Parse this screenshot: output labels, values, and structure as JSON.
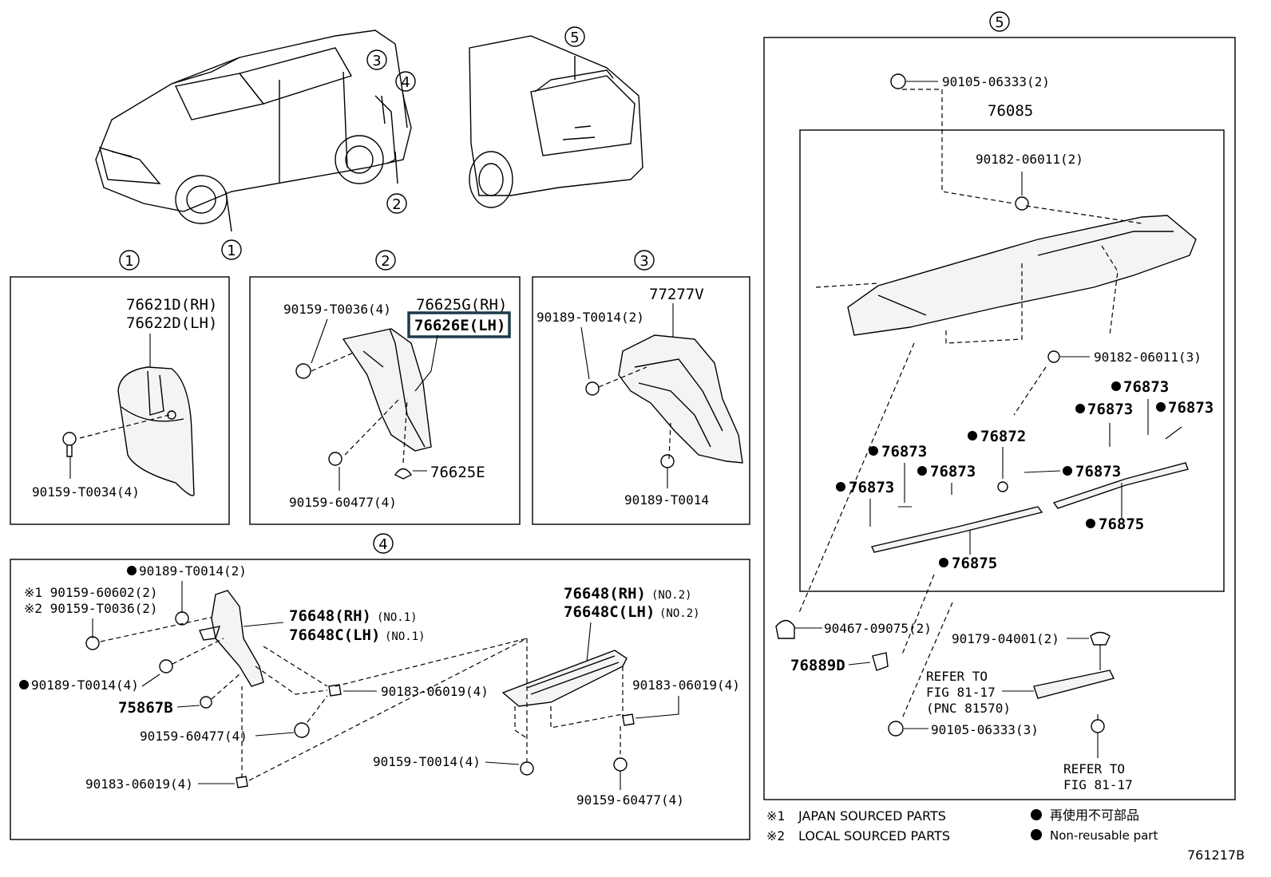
{
  "diagram": {
    "figure_code": "761217B",
    "callouts": {
      "c1": "1",
      "c2": "2",
      "c3": "3",
      "c4": "4",
      "c5": "5"
    },
    "section1": {
      "title": "1",
      "part_main_rh": "76621D(RH)",
      "part_main_lh": "76622D(LH)",
      "screw": "90159-T0034(4)"
    },
    "section2": {
      "title": "2",
      "screw_top": "90159-T0036(4)",
      "part_rh": "76625G(RH)",
      "part_lh_highlight": "76626E(LH)",
      "clip": "76625E",
      "screw_bottom": "90159-60477(4)"
    },
    "section3": {
      "title": "3",
      "part": "77277V",
      "clip_top": "90189-T0014(2)",
      "clip_bottom": "90189-T0014"
    },
    "section4": {
      "title": "4",
      "clip_a": "90189-T0014(2)",
      "note1_screw": "※1 90159-60602(2)",
      "note2_screw": "※2 90159-T0036(2)",
      "bracket_rh": "76648(RH)",
      "bracket_rh_no": "(NO.1)",
      "bracket_lh": "76648C(LH)",
      "bracket_lh_no": "(NO.1)",
      "clip_b": "90189-T0014(4)",
      "part_75867b": "75867B",
      "nut_a": "90183-06019(4)",
      "screw_a": "90159-60477(4)",
      "nut_b": "90183-06019(4)",
      "bracket2_rh": "76648(RH)",
      "bracket2_rh_no": "(NO.2)",
      "bracket2_lh": "76648C(LH)",
      "bracket2_lh_no": "(NO.2)",
      "nut_c": "90183-06019(4)",
      "screw_b": "90159-T0014(4)",
      "screw_c": "90159-60477(4)"
    },
    "section5": {
      "title": "5",
      "bolt_top": "90105-06333(2)",
      "spoiler": "76085",
      "nut_top": "90182-06011(2)",
      "nut_right": "90182-06011(3)",
      "p76873_a": "76873",
      "p76873_b": "76873",
      "p76873_c": "76873",
      "p76873_d": "76873",
      "p76873_e": "76873",
      "p76873_f": "76873",
      "p76873_g": "76873",
      "p76872": "76872",
      "p76875_a": "76875",
      "p76875_b": "76875",
      "grommet": "90467-09075(2)",
      "p76889d": "76889D",
      "clip_right": "90179-04001(2)",
      "refer1_l1": "REFER TO",
      "refer1_l2": "FIG 81-17",
      "refer1_l3": "(PNC 81570)",
      "bolt_bottom": "90105-06333(3)",
      "refer2_l1": "REFER TO",
      "refer2_l2": "FIG 81-17"
    },
    "legend": {
      "note1_mark": "※1",
      "note1_text": "JAPAN SOURCED PARTS",
      "note2_mark": "※2",
      "note2_text": "LOCAL SOURCED PARTS",
      "nonreuse_jp": "再使用不可部品",
      "nonreuse_en": "Non-reusable part"
    }
  }
}
